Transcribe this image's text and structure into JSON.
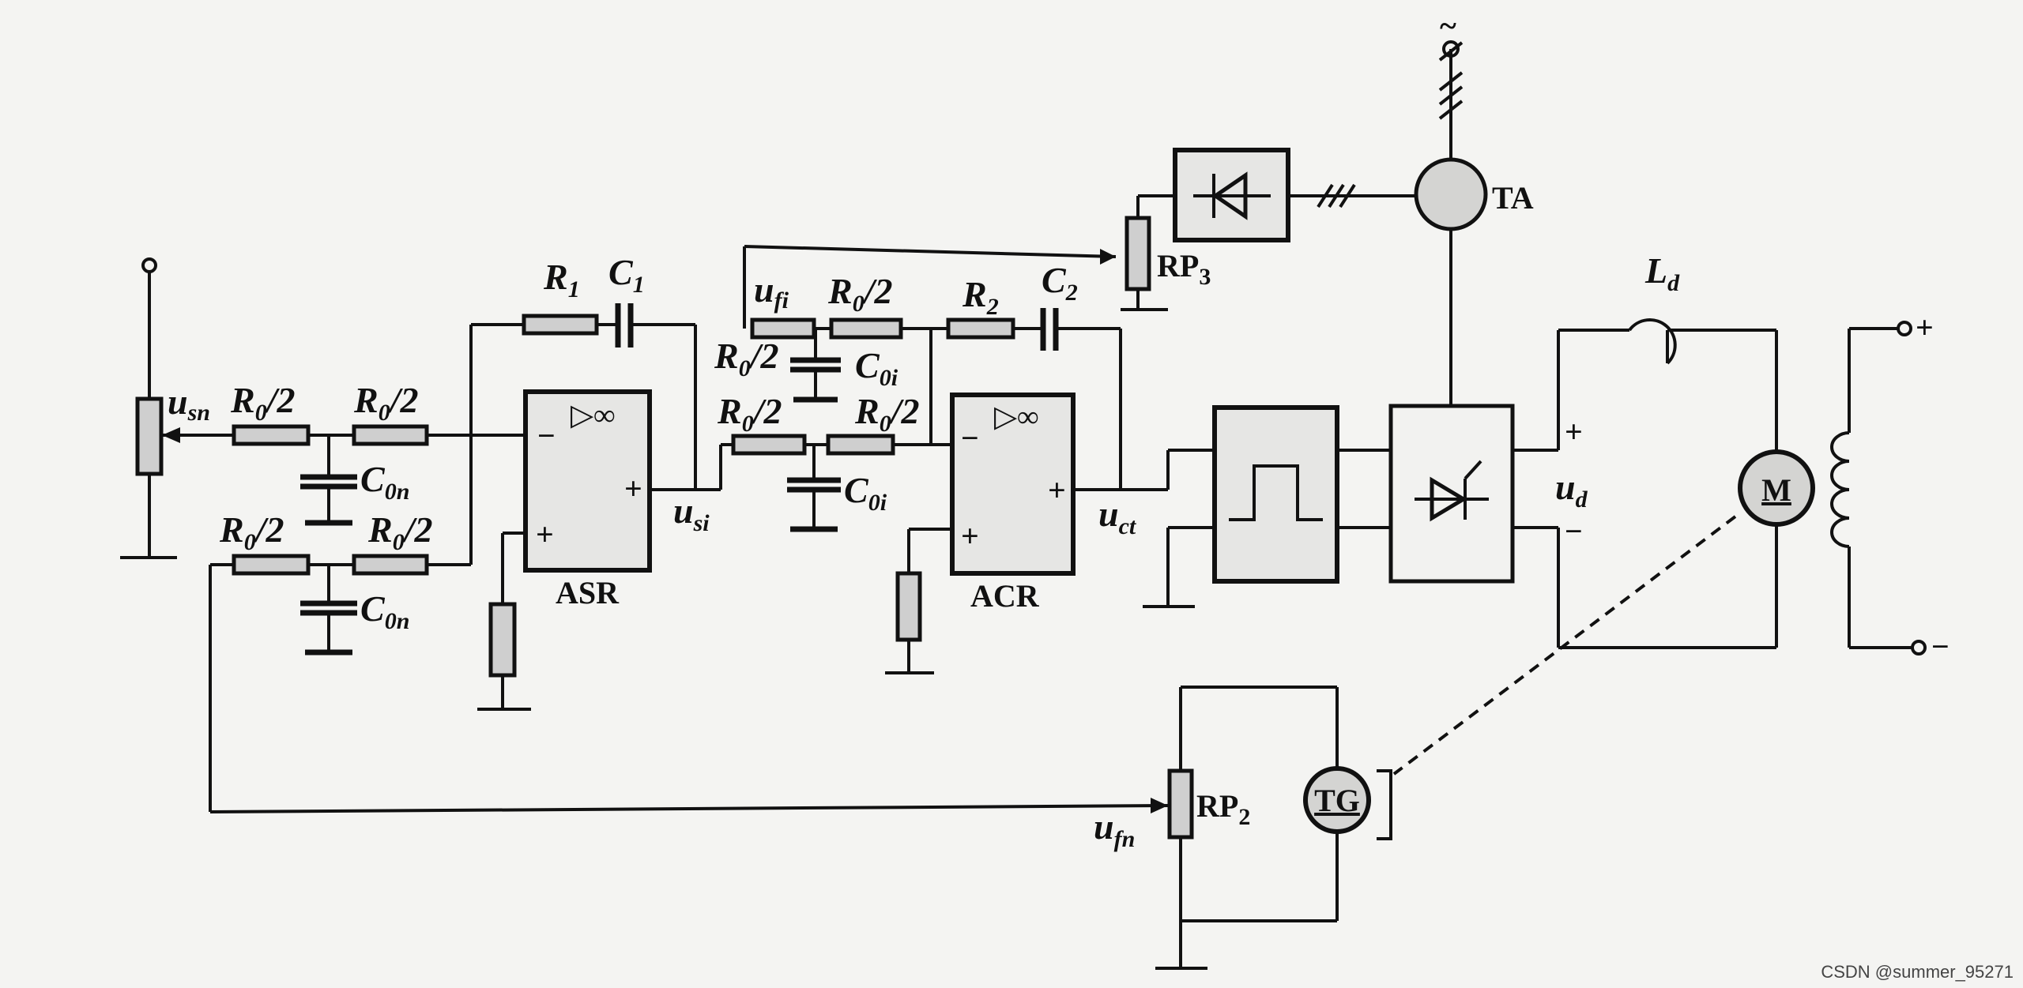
{
  "labels": {
    "u_sn": "u",
    "u_sn_sub": "sn",
    "u_si": "u",
    "u_si_sub": "si",
    "u_fi": "u",
    "u_fi_sub": "fi",
    "u_ct": "u",
    "u_ct_sub": "ct",
    "u_fn": "u",
    "u_fn_sub": "fn",
    "u_d": "u",
    "u_d_sub": "d",
    "R1": "R",
    "R1_sub": "1",
    "C1": "C",
    "C1_sub": "1",
    "R2": "R",
    "R2_sub": "2",
    "C2": "C",
    "C2_sub": "2",
    "R0_half": "R",
    "R0_sub": "0",
    "R0_div": "/2",
    "C0n": "C",
    "C0n_sub": "0n",
    "C0i": "C",
    "C0i_sub": "0i",
    "Ld": "L",
    "Ld_sub": "d"
  },
  "blocks": {
    "asr": "ASR",
    "acr": "ACR",
    "ta": "TA",
    "rp3": "RP",
    "rp3_sub": "3",
    "rp2": "RP",
    "rp2_sub": "2",
    "motor": "M",
    "tacho": "TG",
    "opamp_symbol": "▷∞"
  },
  "signs": {
    "plus": "+",
    "minus": "−",
    "tilde": "~"
  },
  "watermark": "CSDN @summer_95271"
}
